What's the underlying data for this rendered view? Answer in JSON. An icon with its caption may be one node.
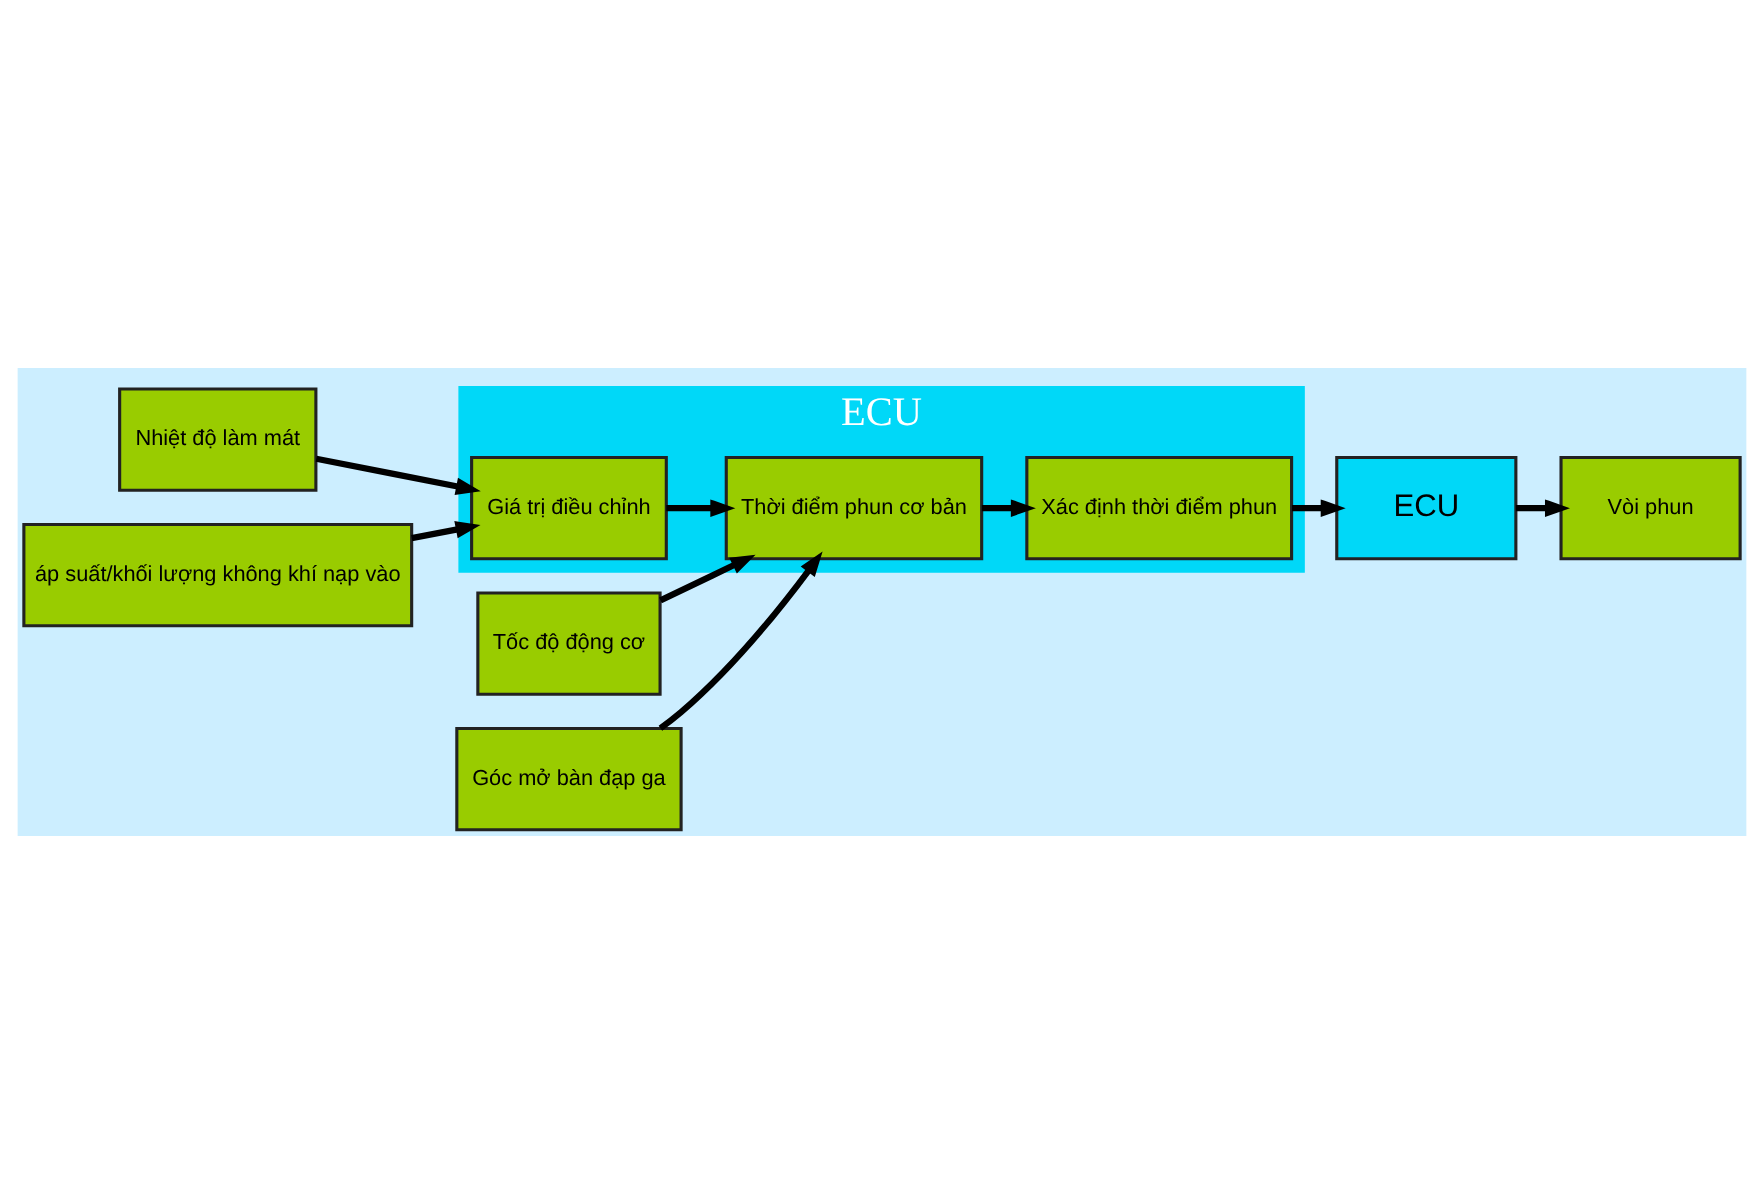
{
  "diagram": {
    "nodes": [
      {
        "text": [
          "ECU"
        ]
      },
      {
        "text": [
          "Tốc độ động cơ"
        ]
      },
      {
        "text": [
          "Góc mở bàn đạp ga"
        ]
      },
      {
        "text": [
          "Nhiệt độ làm mát"
        ]
      },
      {
        "text": [
          "áp suất/khối lượng không khí nạp vào"
        ]
      },
      {
        "text": [
          "Thời điểm phun cơ bản"
        ],
        "in": 0
      },
      {
        "text": [
          "Xác định thời điểm phun"
        ],
        "in": 0
      },
      {
        "text": [
          "Giá trị điều chỉnh"
        ],
        "in": 0
      },
      {
        "text": [
          "ECU"
        ]
      },
      {
        "text": [
          "Vòi phun"
        ]
      }
    ],
    "edges": [
      {
        "from": 1,
        "to": 5,
        "arrow": "to"
      },
      {
        "from": 2,
        "to": 5,
        "arrow": "to"
      },
      {
        "from": 3,
        "to": 7,
        "arrow": "to"
      },
      {
        "from": 4,
        "to": 7,
        "arrow": "to"
      },
      {
        "from": 7,
        "to": 5,
        "arrow": "to"
      },
      {
        "from": 5,
        "to": 6,
        "arrow": "to"
      },
      {
        "from": 6,
        "to": 8,
        "arrow": "to"
      },
      {
        "from": 8,
        "to": 9,
        "arrow": "to"
      }
    ]
  }
}
